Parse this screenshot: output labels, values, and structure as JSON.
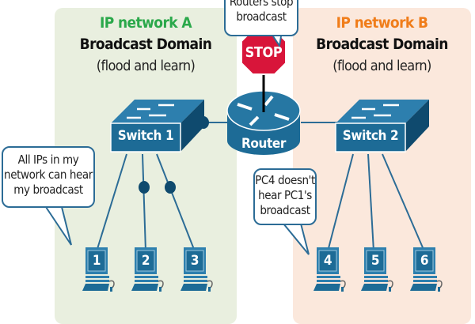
{
  "network_a": {
    "title": "IP network A",
    "subtitle": "Broadcast Domain",
    "note": "(flood and learn)",
    "title_color": "#2aa84a",
    "switch_label": "Switch 1",
    "pcs": [
      "1",
      "2",
      "3"
    ],
    "callout": [
      "All IPs in my",
      "network can hear",
      "my broadcast"
    ]
  },
  "network_b": {
    "title": "IP network B",
    "subtitle": "Broadcast Domain",
    "note": "(flood and learn)",
    "title_color": "#f07d1a",
    "switch_label": "Switch 2",
    "pcs": [
      "4",
      "5",
      "6"
    ],
    "callout": [
      "PC4 doesn't",
      "hear PC1's",
      "broadcast"
    ]
  },
  "router": {
    "label": "Router",
    "stop_sign": "STOP",
    "callout": [
      "Routers stop",
      "broadcast"
    ]
  },
  "colors": {
    "device_blue": "#1d6b96",
    "device_dark": "#0f4a6e",
    "stop_red": "#d8153a",
    "zone_a_bg": "#e9efdf",
    "zone_b_bg": "#fbe8dc"
  }
}
